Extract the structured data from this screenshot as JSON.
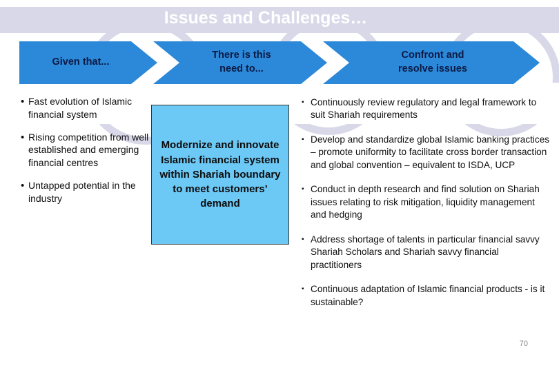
{
  "slide": {
    "title": "Issues and Challenges…",
    "page_number": "70",
    "accent_blue": "#2c88d8",
    "band_lavender": "#d8d8e8",
    "center_box_blue": "#6cc8f5",
    "chevron_text_color": "#0a1a44"
  },
  "chevrons": [
    {
      "label": "Given that..."
    },
    {
      "label": "There is this\nneed to..."
    },
    {
      "label": "Confront and\nresolve issues"
    }
  ],
  "left_column": {
    "bullet_glyph": "•",
    "items": [
      "Fast evolution of Islamic financial system",
      "Rising competition from well established and emerging financial centres",
      "Untapped potential in the industry"
    ]
  },
  "center_box": {
    "text": "Modernize and innovate Islamic financial system within Shariah boundary to meet customers’ demand"
  },
  "right_column": {
    "bullet_glyph": "▪",
    "items": [
      "Continuously review regulatory and legal framework to suit Shariah requirements",
      "Develop and standardize global Islamic banking practices – promote uniformity to facilitate cross border transaction and global convention – equivalent to ISDA, UCP",
      "Conduct in depth research and find solution on Shariah issues relating to risk mitigation, liquidity management and hedging",
      "Address shortage of talents in particular financial savvy Shariah Scholars and Shariah savvy financial practitioners",
      "Continuous adaptation of Islamic financial products - is it sustainable?"
    ]
  }
}
